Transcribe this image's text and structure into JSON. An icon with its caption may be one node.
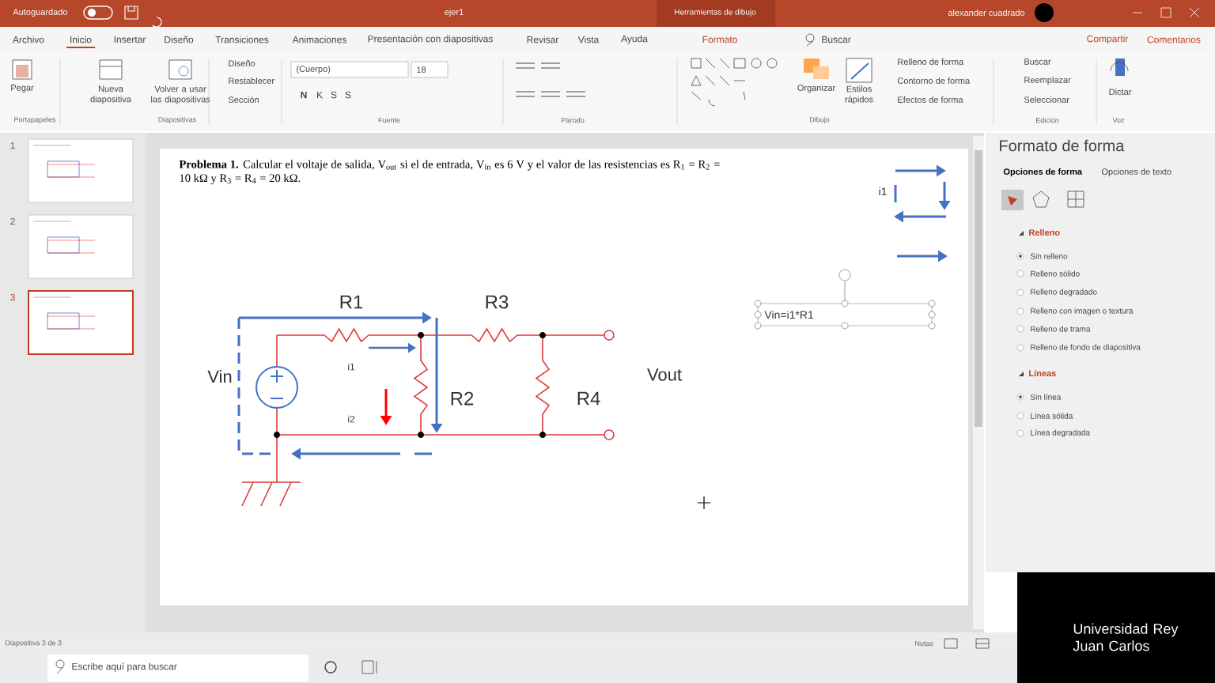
{
  "diagram": {
    "labels": [
      "Autoguardado",
      "ejer1",
      "Herramientas de dibujo",
      "alexander cuadrado",
      "Archivo",
      "Inicio",
      "Insertar",
      "Diseño",
      "Transiciones",
      "Animaciones",
      "Presentación con diapositivas",
      "Revisar",
      "Vista",
      "Ayuda",
      "Formato",
      "Buscar",
      "Compartir",
      "Comentarios",
      "Pegar",
      "Nueva diapositiva",
      "Volver a usar las diapositivas",
      "Diseño",
      "Restablecer",
      "Sección",
      "(Cuerpo)",
      "18",
      "N",
      "K",
      "S",
      "S",
      "Organizar",
      "Estilos rápidos",
      "Relleno de forma",
      "Contorno de forma",
      "Efectos de forma",
      "Buscar",
      "Reemplazar",
      "Seleccionar",
      "Dictar",
      "Portapapeles",
      "Diapositivas",
      "Fuente",
      "Párrafo",
      "Dibujo",
      "Edición",
      "Voz",
      "1",
      "2",
      "3",
      "**Problema 1.** Calcular el voltaje de salida, V$_{out}$ si el de entrada, V$_{in}$ es 6 V y el valor de las resistencias es R$_{1}$ = R$_{2}$ = 10 kΩ y R$_{3}$ = R$_{4}$ = 20 kΩ.",
      "R1",
      "R3",
      "Vin",
      "i1",
      "R2",
      "R4",
      "Vout",
      "i2",
      "i1",
      "Vin=i1*R1",
      "Formato de forma",
      "Opciones de forma",
      "Opciones de texto",
      "Relleno",
      "Sin relleno",
      "Relleno sólido",
      "Relleno degradado",
      "Relleno con imagen o textura",
      "Relleno de trama",
      "Relleno de fondo de diapositiva",
      "Líneas",
      "Sin línea",
      "Línea sólida",
      "Línea degradada",
      "Diapositiva 3 de 3",
      "Notas",
      "Escribe aquí para buscar",
      "Universidad Rey Juan Carlos"
    ]
  }
}
